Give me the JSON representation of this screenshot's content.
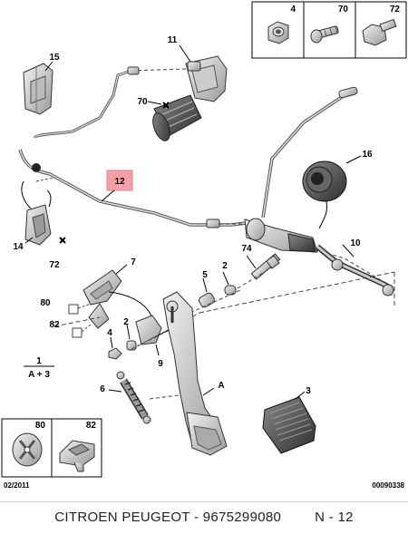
{
  "diagram": {
    "part_numbers": {
      "p1": "1",
      "p2": "2",
      "p3": "3",
      "p4": "4",
      "p5": "5",
      "p6": "6",
      "p7": "7",
      "p9": "9",
      "p10": "10",
      "p11": "11",
      "p12": "12",
      "p14": "14",
      "p15": "15",
      "p16": "16",
      "p70": "70",
      "p72": "72",
      "p74": "74",
      "p80": "80",
      "p82": "82"
    },
    "formula": {
      "numerator": "1",
      "denominator": "A + 3"
    },
    "marker_a": "A",
    "inset_top": {
      "labels": [
        "4",
        "70",
        "72"
      ]
    },
    "inset_bottom": {
      "labels": [
        "80",
        "82"
      ]
    },
    "date_code": "02/2011",
    "ref_code": "00090338",
    "highlight_color": "#f5a0a8"
  },
  "footer": {
    "title": "CITROEN PEUGEOT - 9675299080",
    "page": "N - 12"
  }
}
